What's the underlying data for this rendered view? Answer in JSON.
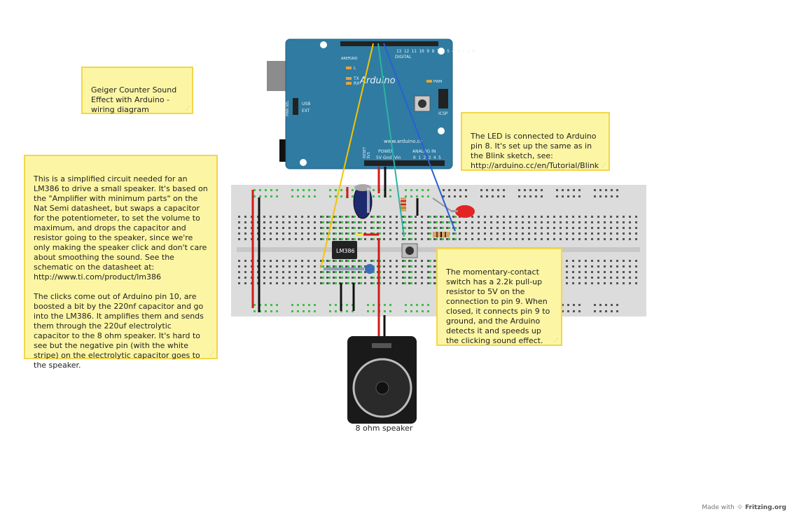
{
  "notes": {
    "title": "Geiger Counter Sound\nEffect with Arduino -\nwiring diagram",
    "description": "This is a simplified circuit needed for an LM386 to drive a small speaker. It's based on the \"Amplifier with minimum parts\" on the Nat Semi datasheet, but swaps a capacitor for the potentiometer, to set the volume to maximum, and drops the capacitor and resistor going to the speaker, since we're only making the speaker click and don't care about smoothing the sound.  See the schematic on the datasheet at:\nhttp://www.ti.com/product/lm386\n\nThe clicks come out of Arduino pin 10, are boosted a bit by the 220nf capacitor and go into the LM386.  It amplifies them and sends them through the 220uf electrolytic capacitor to the 8 ohm speaker.  It's hard to see but the negative pin (with the white stripe) on the electrolytic capacitor goes to the speaker.",
    "led": "The LED is connected to Arduino pin 8.  It's set up the same as in the Blink sketch, see:\nhttp://arduino.cc/en/Tutorial/Blink",
    "switch": "The momentary-contact switch has a 2.2k pull-up resistor to 5V on the connection to pin 9.  When closed, it connects pin 9 to ground, and the Arduino detects it and speeds up the clicking sound effect."
  },
  "arduino": {
    "brand": "Arduino",
    "url": "www.arduino.cc",
    "digital": "DIGITAL",
    "aref": "AREF",
    "gnd": "GND",
    "pwm": "PWM",
    "tx": "TX",
    "rx": "RX",
    "l": "L",
    "pwm_sel": "PWR SEL",
    "usb": "USB",
    "ext": "EXT",
    "icsp": "ICSP",
    "power": "POWER",
    "reset": "RESET",
    "v33": "3V3",
    "v5": "5V",
    "gnd_lower": "Gnd",
    "vin": "Vin",
    "analog_in": "ANALOG IN",
    "analog_nums": "0 1 2 3 4 5",
    "digital_nums": "13 12 11 10 9 8  7 6 5 4 3 2 1 0"
  },
  "chip": {
    "label": "LM386"
  },
  "speaker": {
    "label": "8 ohm speaker"
  },
  "footer": {
    "made_with": "Made with",
    "brand": "Fritzing.org"
  },
  "colors": {
    "arduino": "#2f7ba2",
    "breadboard": "#dcdcdc",
    "note_bg": "#fcf6a4",
    "wire_yellow": "#f5c400",
    "wire_green": "#2bb4a0",
    "wire_blue": "#2a5fd6",
    "wire_red": "#d11a1a",
    "wire_black": "#111111",
    "led": "#e32424"
  }
}
